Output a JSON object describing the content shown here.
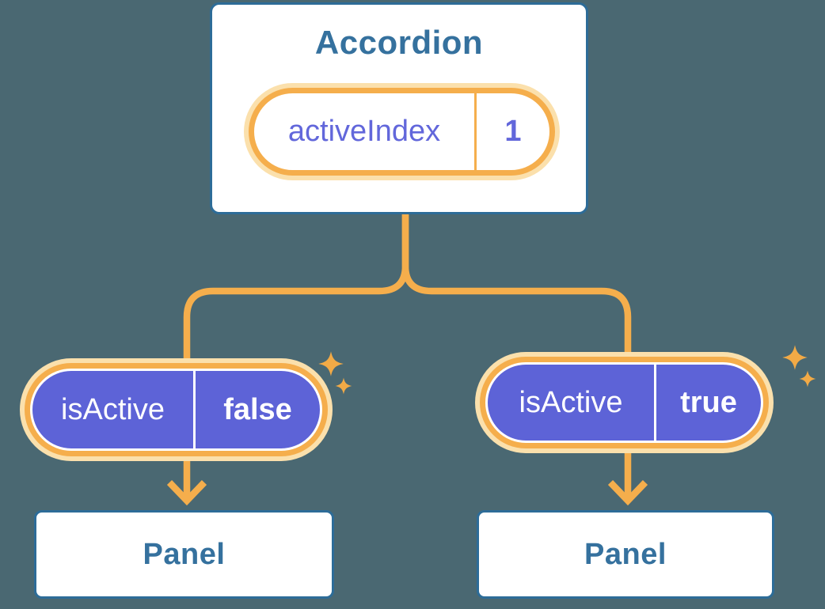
{
  "diagram": {
    "description": "Component tree diagram: Accordion holds activeIndex state and passes isActive props to two Panel children",
    "colors": {
      "canvas_bg": "#4A6872",
      "accent_orange": "#F5AE4C",
      "halo": "#FBE0AC",
      "purple_fill": "#5D63D7",
      "purple_text": "#6267DB",
      "blue_text": "#35719E",
      "blue_border": "#2D6C98",
      "sparkle": "#F2AA46",
      "white": "#FFFFFF"
    },
    "icons": {
      "sparkle": "four-point-star"
    },
    "accordion": {
      "title": "Accordion",
      "state": {
        "label": "activeIndex",
        "value": "1"
      }
    },
    "children": [
      {
        "prop": {
          "label": "isActive",
          "value": "false"
        },
        "panel": {
          "title": "Panel"
        }
      },
      {
        "prop": {
          "label": "isActive",
          "value": "true"
        },
        "panel": {
          "title": "Panel"
        }
      }
    ]
  }
}
